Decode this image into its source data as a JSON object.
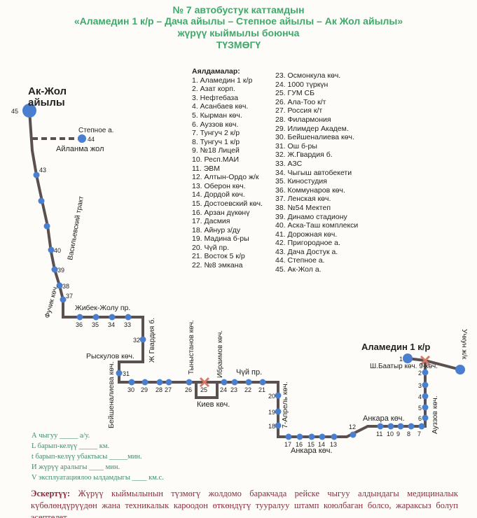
{
  "header": {
    "line1": "№ 7  автобустук каттамдын",
    "line2": "«Аламедин 1 к/р – Дача айылы – Степное айылы – Ак Жол айылы»",
    "line3": "жүрүү кыймылы боюнча",
    "line4": "ТҮЗМӨГҮ"
  },
  "stops_heading": "Аялдамалар:",
  "stops": [
    "1. Аламедин 1 к/р",
    "2. Азат корп.",
    "3. Нефтебаза",
    "4. Асанбаев көч.",
    "5. Кырман көч.",
    "6. Ауззов көч.",
    "7. Тунгуч 2 к/р",
    "8. Тунгуч 1 к/р",
    "9. №18 Лицей",
    "10. Респ.МАИ",
    "11. ЭВМ",
    "12. Алтын-Ордо ж/к",
    "13. Оберон көч.",
    "14. Дордой көч.",
    "15. Достоевский көч.",
    "16. Арзан дүкөнү",
    "17. Дасмия",
    "18. Айнур з/ду",
    "19. Мадина б-ры",
    "20. Чүй пр.",
    "21. Восток 5 к/р",
    "22. №8 эмкана",
    "23. Осмонкула көч.",
    "24. 1000 түркүн",
    "25. ГУМ СБ",
    "26. Ала-Тоо к/т",
    "27. Россия к/т",
    "28. Филармония",
    "29. Илимдер Академ.",
    "30. Бейшеналиева көч.",
    "31. Ош б-ры",
    "32. Ж.Гвардия б.",
    "33. АЗС",
    "34. Чыгыш автобекети",
    "35. Киностудия",
    "36. Коммунаров көч.",
    "37. Ленская көч.",
    "38. №54 Мектеп",
    "39. Динамо стадиону",
    "40. Аска-Таш комплекси",
    "41. Дорожная көч.",
    "42. Пригородное а.",
    "43. Дача Достук а.",
    "44. Степное а.",
    "45. Ак-Жол а."
  ],
  "map": {
    "ak_jol_1": "Ак-Жол",
    "ak_jol_2": "айылы",
    "stepnoe": "Степное а.",
    "ring_road": "Айланма жол",
    "vasilyevsky": "Васильевский тракт",
    "fuchik": "Фучик көч.",
    "jibek_jolu": "Жибек-Жолу пр.",
    "j_gvardia": "Ж Гвардия б.",
    "ryskulov": "Рыскулов көч.",
    "beishenalieva": "Бейшеналиева көч.",
    "tynystanov": "Тыныстанов көч.",
    "ibraimov": "Ибраимов көч.",
    "chui": "Чүй пр.",
    "kiev": "Киев көч.",
    "april7": "7-Апрель көч.",
    "ankara1": "Анкара көч.",
    "ankara2": "Анкара көч.",
    "auezov": "Ауззов көч.",
    "alamedin": "Аламедин 1 к/р",
    "sh_baatyr": "Ш.Баатыр көч. 9-көч.",
    "uchkun": "Учкун ж/к"
  },
  "params": [
    "А чыгуу  _____ а/у.",
    "L барып-келүү _____ км.",
    "t барып-келүү убактысы _____мин.",
    "И жүрүү аралыгы ____   мин.",
    "V эксплуатациялоо ылдамдыгы ____ км.с."
  ],
  "note": {
    "label": "Эскертүү:",
    "text": " Жүрүү кыймылынын түзмөгү жолдомо баракчада рейске чыгуу алдындагы медициналык күбөлөндүрүүдөн жана техникалык кароодон өткөндүгү тууралуу штамп коюлбаган болсо, жараксыз болуп эсептелет."
  },
  "colors": {
    "title": "#3fa86a",
    "route": "#5a5050",
    "stop": "#4a7fd0",
    "transfer": "#d8786a",
    "note": "#8a2d3e"
  }
}
